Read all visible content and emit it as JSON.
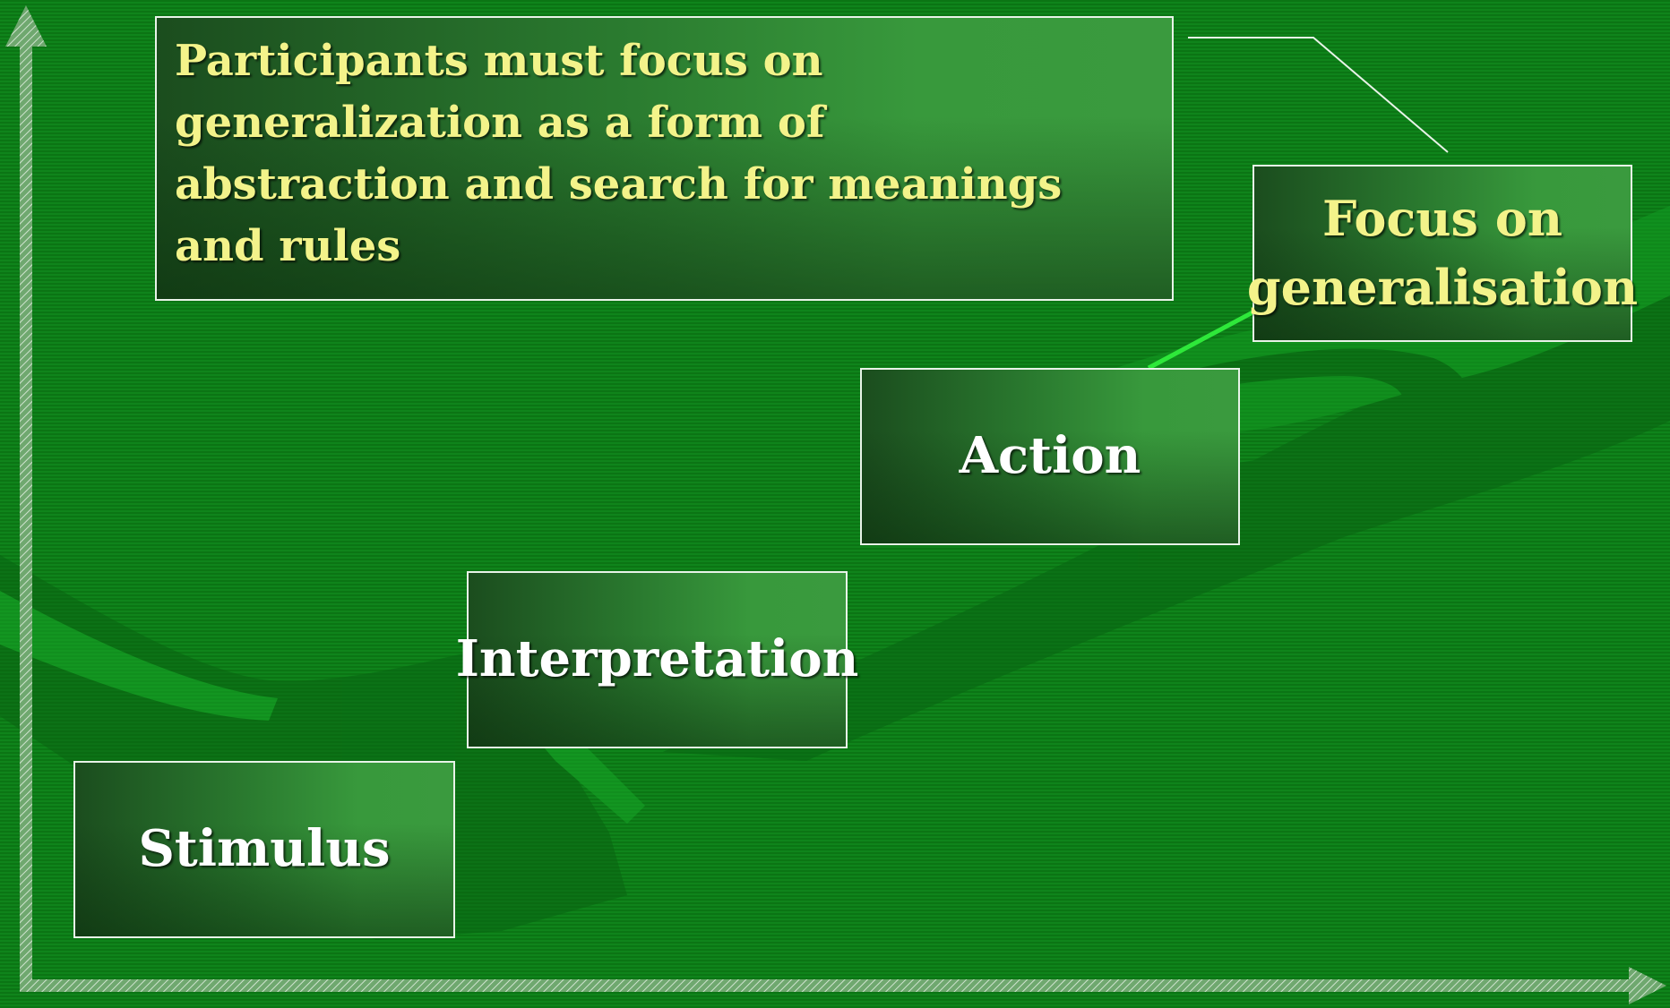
{
  "colors": {
    "background": "#0c7a16",
    "box_gradient_dark": "#1b4d1e",
    "box_gradient_light": "#3a9a3e",
    "box_border": "#e8f3e8",
    "white_text": "#ffffff",
    "yellow_text": "#f3f38a",
    "highlight_line": "#2ee83a"
  },
  "icons": {
    "x_axis": "arrow-right-icon",
    "y_axis": "arrow-up-icon"
  },
  "steps": [
    {
      "label": "Stimulus"
    },
    {
      "label": "Interpretation"
    },
    {
      "label": "Action"
    },
    {
      "label": "Focus on generalisation"
    }
  ],
  "callout": {
    "text": "Participants must focus on generalization as a form of abstraction and search for meanings and rules"
  }
}
